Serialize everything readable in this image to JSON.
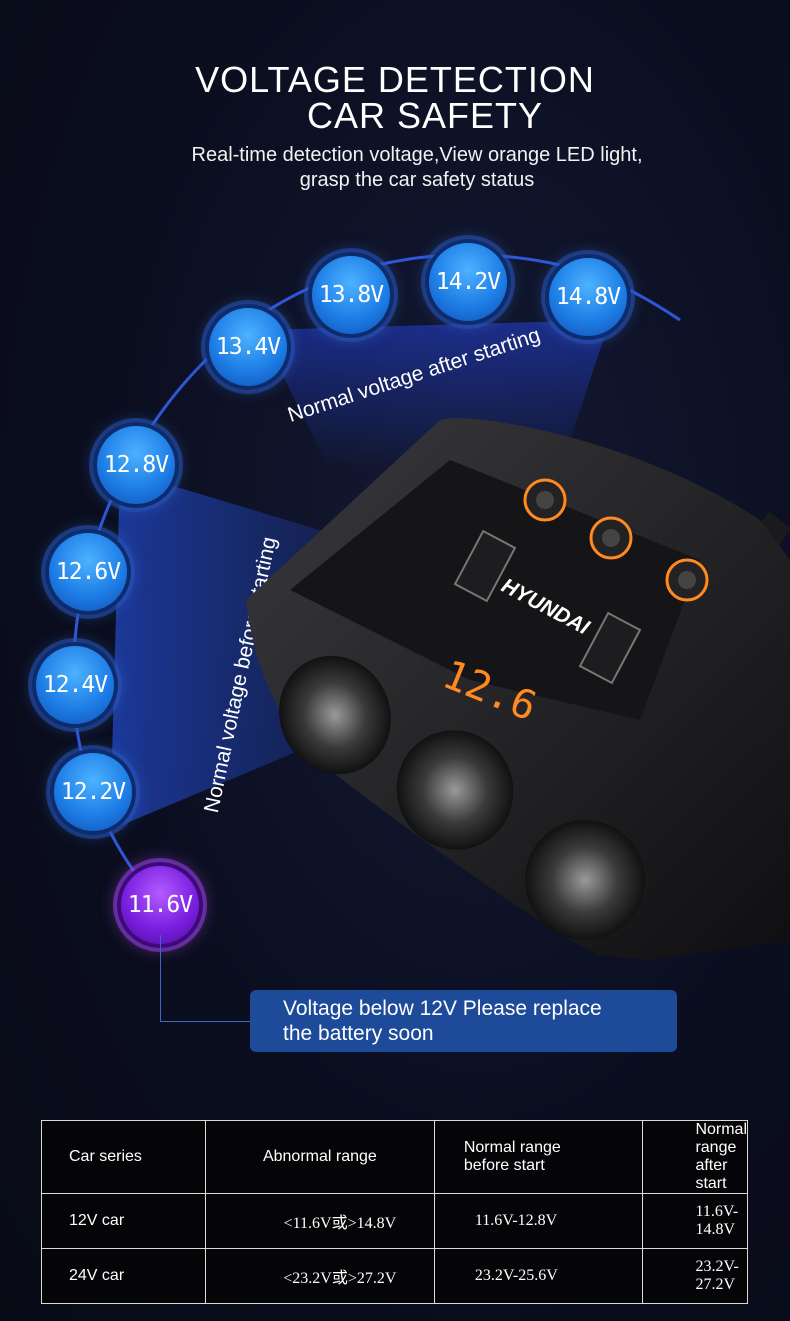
{
  "header": {
    "title_line1": "VOLTAGE DETECTION",
    "title_line2": "CAR SAFETY",
    "subtitle_line1": "Real-time detection voltage,View orange LED light,",
    "subtitle_line2": "grasp the car safety status"
  },
  "gauge": {
    "label_after": "Normal voltage after starting",
    "label_before": "Normal voltage before starting",
    "readings": [
      "14.8V",
      "14.2V",
      "13.8V",
      "13.4V",
      "12.8V",
      "12.6V",
      "12.4V",
      "12.2V",
      "11.6V"
    ]
  },
  "device": {
    "brand": "HYUNDAI",
    "display_value": "12.6"
  },
  "warning": {
    "line1": "Voltage below 12V Please replace",
    "line2": "the battery soon"
  },
  "table": {
    "headers": [
      "Car series",
      "Abnormal range",
      "Normal range",
      "before start",
      "Normal range",
      "after start"
    ],
    "rows": [
      [
        "12V car",
        "<11.6V或>14.8V",
        "11.6V-12.8V",
        "11.6V-14.8V"
      ],
      [
        "24V car",
        "<23.2V或>27.2V",
        "23.2V-25.6V",
        "23.2V-27.2V"
      ]
    ]
  },
  "colors": {
    "accent_blue": "#1e7ee6",
    "warning_purple": "#7a1fe0",
    "led_orange": "#ff8a1f",
    "note_bg": "#1e4a9a"
  }
}
